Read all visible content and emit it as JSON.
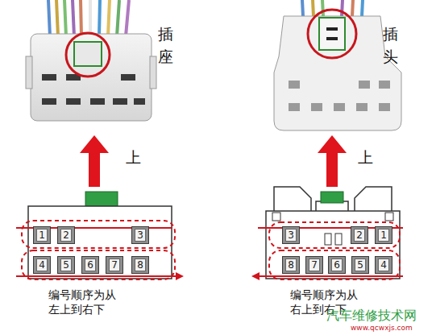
{
  "diagram": {
    "nodes": [
      {
        "text": [
          "1"
        ]
      },
      {
        "text": [
          "2"
        ]
      },
      {
        "text": [
          "3"
        ]
      },
      {
        "text": [
          "4"
        ]
      },
      {
        "text": [
          "5"
        ]
      },
      {
        "text": [
          "6"
        ]
      },
      {
        "text": [
          "7"
        ]
      },
      {
        "text": [
          "8"
        ]
      },
      {
        "text": [
          "3"
        ]
      },
      {
        "text": [
          "2"
        ]
      },
      {
        "text": [
          "1"
        ]
      },
      {
        "text": [
          "8"
        ]
      },
      {
        "text": [
          "7"
        ]
      },
      {
        "text": [
          "6"
        ]
      },
      {
        "text": [
          "5"
        ]
      },
      {
        "text": [
          "4"
        ]
      }
    ],
    "labels": [
      "插座",
      "上",
      "编号顺序为从 左上到右下",
      "插头",
      "上",
      "编号顺序为从 右上到右下",
      "汽车维修技术网",
      "www.qcwxjs.com"
    ]
  }
}
